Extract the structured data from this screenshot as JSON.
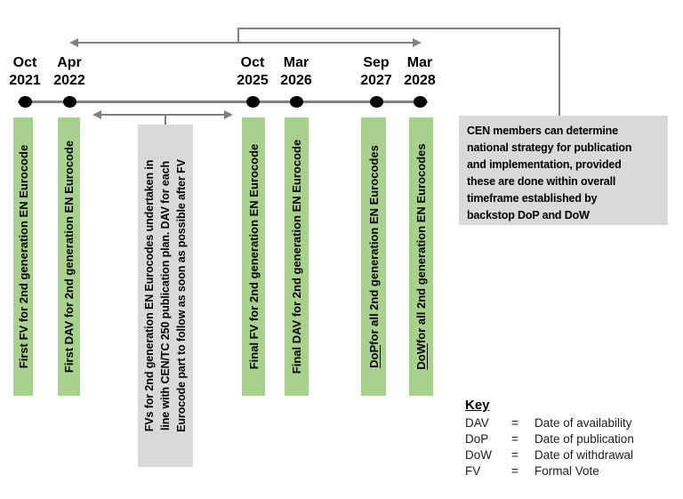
{
  "diagram": {
    "milestones": [
      {
        "month": "Oct",
        "year": "2021",
        "bar_label": "First FV for 2nd generation EN Eurocode"
      },
      {
        "month": "Apr",
        "year": "2022",
        "bar_label": "First DAV for 2nd generation EN Eurocode"
      },
      {
        "month": "Oct",
        "year": "2025",
        "bar_label": "Final FV for 2nd generation EN Eurocode"
      },
      {
        "month": "Mar",
        "year": "2026",
        "bar_label": "Final DAV for 2nd generation EN Eurocode"
      },
      {
        "month": "Sep",
        "year": "2027",
        "bar_label": "DoP for all 2nd generation EN Eurocodes",
        "underline_prefix": "DoP"
      },
      {
        "month": "Mar",
        "year": "2028",
        "bar_label": "DoW for all 2nd generation EN Eurocodes",
        "underline_prefix": "DoW"
      }
    ],
    "fv_note": "FVs for 2nd generation EN Eurocodes undertaken in\nline with CEN/TC 250 publication plan. DAV for each\nEurocode part to follow as soon as possible after FV",
    "cen_note": "CEN members can determine\nnational strategy for publication\nand implementation, provided\nthese are done within overall\ntimeframe established by\nbackstop DoP and DoW",
    "key": {
      "title": "Key",
      "separator": "=",
      "entries": [
        {
          "abbr": "DAV",
          "definition": "Date of availability"
        },
        {
          "abbr": "DoP",
          "definition": "Date of publication"
        },
        {
          "abbr": "DoW",
          "definition": "Date of withdrawal"
        },
        {
          "abbr": "FV",
          "definition": "Formal Vote"
        }
      ]
    },
    "colors": {
      "bar_green": "#a9d18e",
      "note_gray": "#d9d9d9",
      "line_gray": "#808080",
      "dot_black": "#000000"
    }
  }
}
